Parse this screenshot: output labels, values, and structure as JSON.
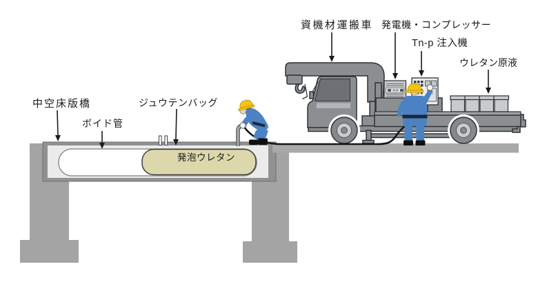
{
  "diagram": {
    "labels": {
      "equipment_truck": "資機材運搬車",
      "generator_compressor": "発電機・コンプレッサー",
      "injection_machine": "Tn-p 注入機",
      "urethane_liquid": "ウレタン原液",
      "hollow_slab_bridge": "中空床版橋",
      "void_pipe": "ボイド管",
      "filling_bag": "ジュウテンバッグ",
      "foam_urethane": "発泡ウレタン"
    },
    "colors": {
      "truck_gray": "#8b8f92",
      "outline_dark": "#2e3133",
      "road_gray": "#a9a9a9",
      "pier_gray": "#a4a4a4",
      "deck_border": "#919191",
      "deck_fill": "#ebebeb",
      "urethane_beige": "#ddd7ac",
      "worker_blue": "#4b82c4",
      "helmet_yellow": "#f2c312",
      "skin": "#f0cfae",
      "hose_black": "#141414"
    }
  }
}
